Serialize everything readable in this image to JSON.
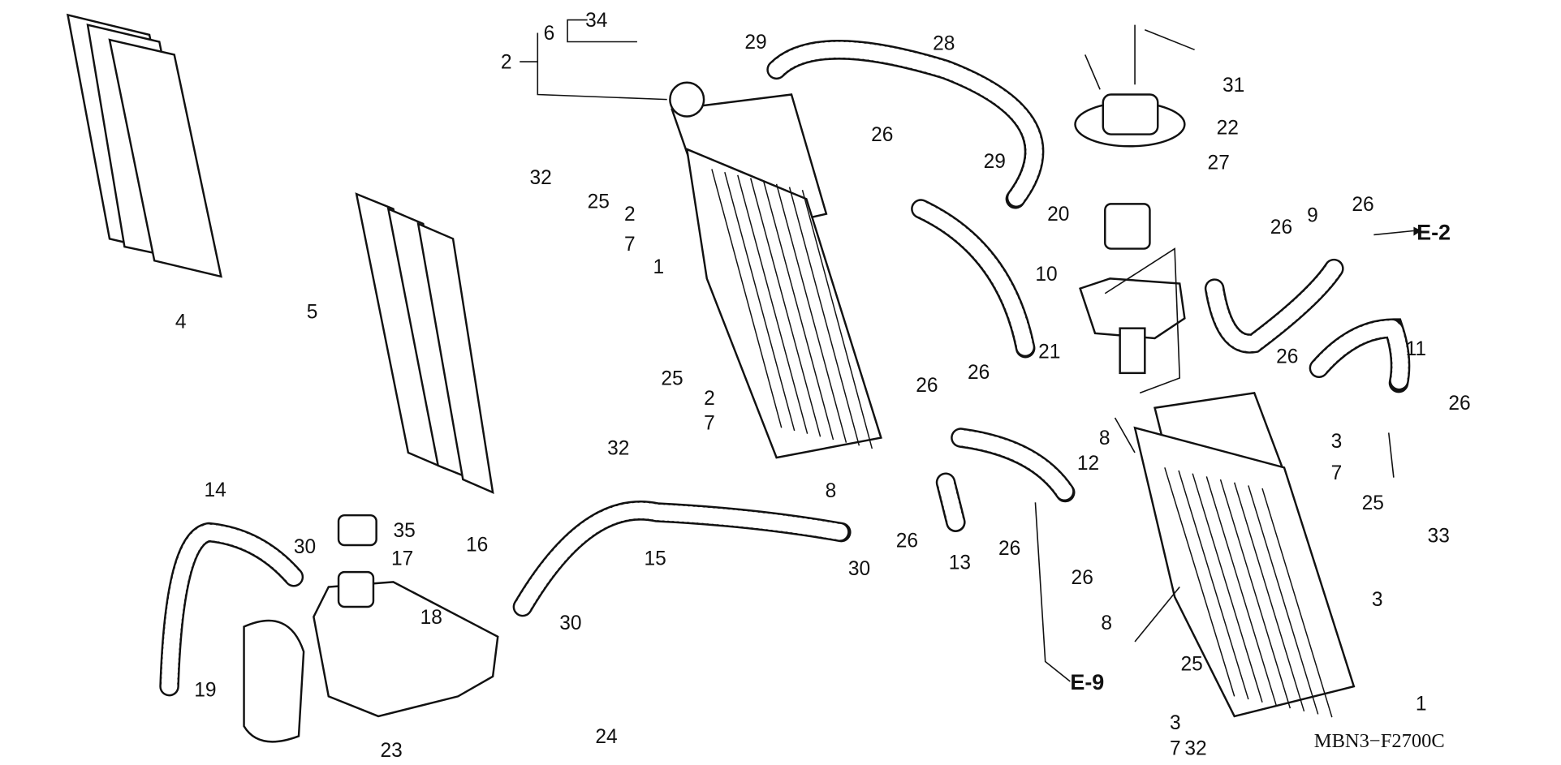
{
  "diagram": {
    "code": "MBN3−F2700C",
    "references": [
      "E-2",
      "E-9"
    ],
    "callouts": [
      "34",
      "6",
      "2",
      "29",
      "28",
      "31",
      "22",
      "27",
      "32",
      "25",
      "2",
      "7",
      "26",
      "29",
      "20",
      "26",
      "9",
      "26",
      "1",
      "10",
      "4",
      "5",
      "21",
      "26",
      "11",
      "25",
      "2",
      "7",
      "32",
      "26",
      "26",
      "8",
      "26",
      "3",
      "7",
      "12",
      "8",
      "25",
      "33",
      "14",
      "26",
      "13",
      "26",
      "26",
      "15",
      "30",
      "30",
      "35",
      "17",
      "16",
      "3",
      "18",
      "30",
      "8",
      "19",
      "24",
      "23",
      "3",
      "7",
      "25",
      "32",
      "1"
    ]
  }
}
